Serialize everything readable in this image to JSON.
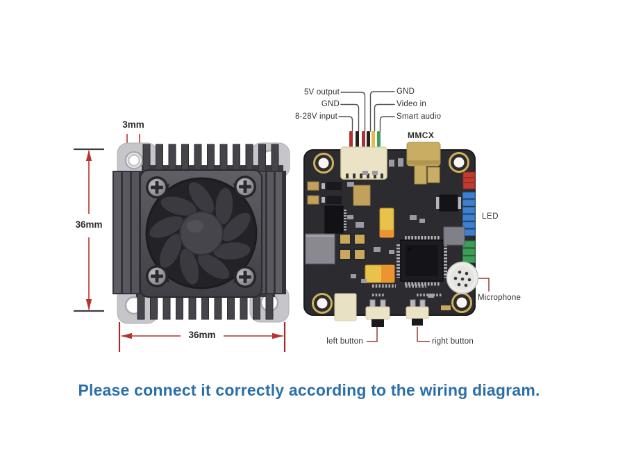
{
  "caption": "Please connect it correctly according to the wiring diagram.",
  "dimensions": {
    "hole_diameter": "3mm",
    "module_height": "36mm",
    "module_width": "36mm"
  },
  "pcb": {
    "wire_labels_left": [
      "5V output",
      "GND",
      "8-28V input"
    ],
    "wire_labels_right": [
      "GND",
      "Video in",
      "Smart audio"
    ],
    "connector_label": "MMCX",
    "led_label": "LED",
    "microphone_label": "Microphone",
    "left_button_label": "left button",
    "right_button_label": "right button",
    "wire_colors": [
      "#b3312e",
      "#25211e",
      "#b3312e",
      "#25211e",
      "#e3bc45",
      "#3f9e59"
    ]
  },
  "colors": {
    "caption_blue": "#2b6fa9",
    "dimension_red": "#b8322e",
    "leader_gray": "#53514d",
    "leader_maroon": "#9c3a38",
    "pcb_dark": "#2c2b30",
    "connector_cream": "#ebe3c5",
    "mmcx_gold": "#c9ad62",
    "led_blue": "#3c80cf",
    "led_green": "#3d9e57",
    "heatsink_dark": "#3a393f"
  }
}
